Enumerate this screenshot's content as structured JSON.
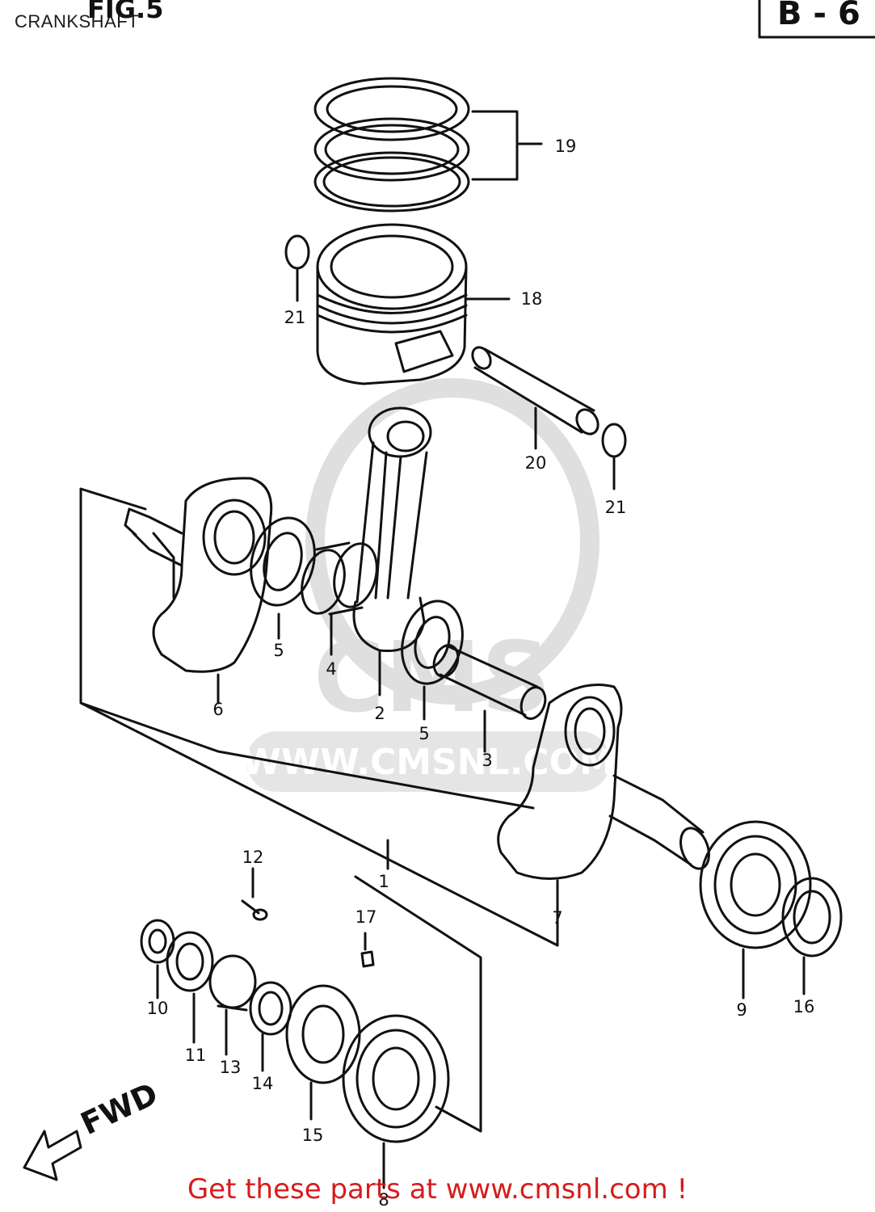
{
  "header": {
    "title": "CRANKSHAFT",
    "fig_label": "FIG.5",
    "section_code": "B - 6"
  },
  "watermark": {
    "url": "WWW.CMSNL.COM",
    "brand": "CMS"
  },
  "fwd_label": "FWD",
  "callouts": {
    "c1": "1",
    "c2": "2",
    "c3": "3",
    "c4": "4",
    "c5a": "5",
    "c5b": "5",
    "c6": "6",
    "c7": "7",
    "c8": "8",
    "c9": "9",
    "c10": "10",
    "c11": "11",
    "c12": "12",
    "c13": "13",
    "c14": "14",
    "c15": "15",
    "c16": "16",
    "c17": "17",
    "c18": "18",
    "c19": "19",
    "c20": "20",
    "c21a": "21",
    "c21b": "21"
  },
  "footer": {
    "cta": "Get these parts at www.cmsnl.com !"
  },
  "colors": {
    "ink": "#111111",
    "watermark": "#d9d9d9",
    "footer": "#d61c1c"
  }
}
